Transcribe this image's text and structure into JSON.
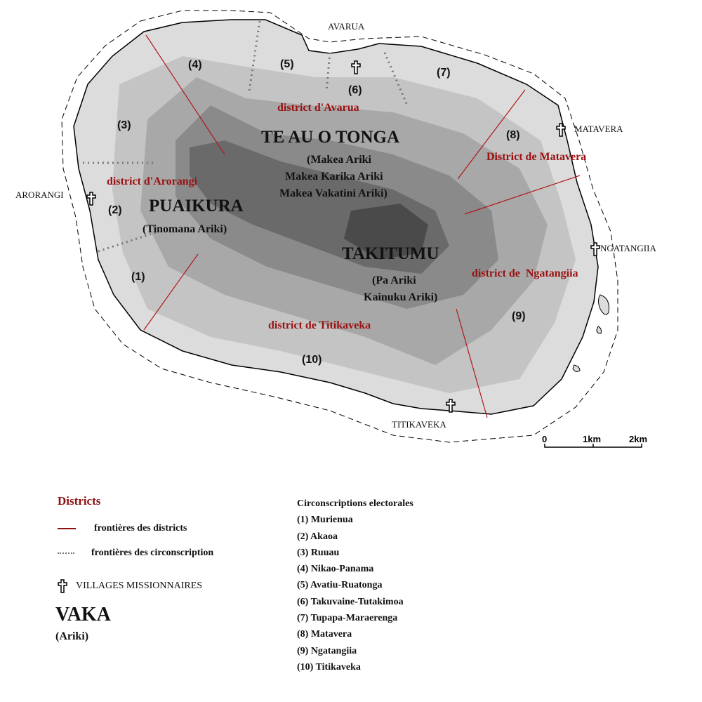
{
  "map": {
    "places": [
      "AVARUA",
      "MATAVERA",
      "NGATANGIIA",
      "AROR​ANGI",
      "TITIKAVEKA"
    ],
    "numbers": [
      "(1)",
      "(2)",
      "(3)",
      "(4)",
      "(5)",
      "(6)",
      "(7)",
      "(8)",
      "(9)",
      "(10)"
    ],
    "districts": [
      "district d'Avarua",
      "District de Matavera",
      "district d'Arorangi",
      "district de  Ngatangiia",
      "district de Titikaveka"
    ],
    "vaka": {
      "te_au_o_tonga": {
        "name": "TE AU O TONGA",
        "ariki": [
          "(Makea Ariki",
          "Makea Karika Ariki",
          "Makea Vakatini Ariki)"
        ]
      },
      "puaikura": {
        "name": "PUAIKURA",
        "ariki": [
          "(Tinomana Ariki)"
        ]
      },
      "takitumu": {
        "name": "TAKITUMU",
        "ariki": [
          "(Pa Ariki",
          "Kainuku Ariki)"
        ]
      }
    },
    "scale": [
      "0",
      "1km",
      "2km"
    ],
    "colors": {
      "district_border": "#b01818",
      "circ_border": "#777777",
      "land": "#dcdcdc"
    }
  },
  "legend": {
    "title": "Districts",
    "district_border": "frontières des districts",
    "circ_border": "frontières des circonscription",
    "villages": "VILLAGES MISSIONNAIRES",
    "vaka": "VAKA",
    "ariki": "(Ariki)"
  },
  "circonscriptions": {
    "title": "Circonscriptions electorales",
    "items": [
      "(1) Murienua",
      "(2) Akaoa",
      "(3) Ruuau",
      "(4) Nikao-Panama",
      "(5) Avatiu-Ruatonga",
      "(6) Takuvaine-Tutakimoa",
      "(7) Tupapa-Maraerenga",
      "(8) Matavera",
      "(9) Ngatangiia",
      "(10) Titikaveka"
    ]
  }
}
